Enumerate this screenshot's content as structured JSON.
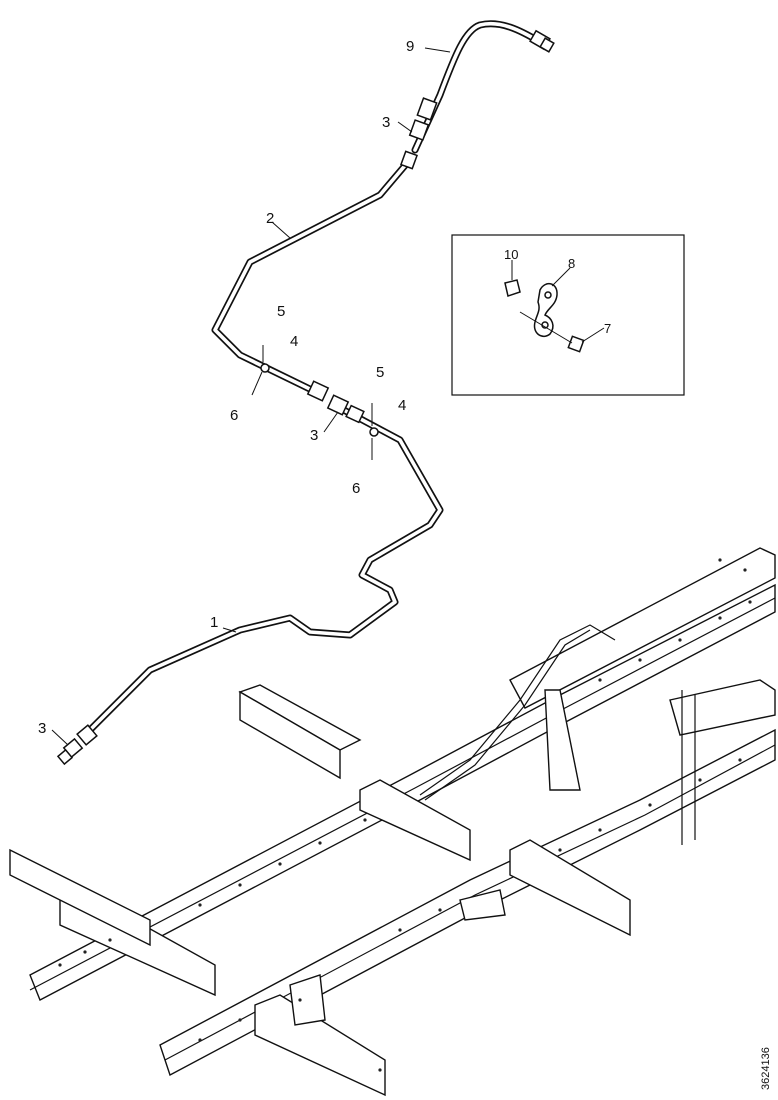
{
  "callouts": [
    {
      "id": "1",
      "text": "1"
    },
    {
      "id": "2",
      "text": "2"
    },
    {
      "id": "3a",
      "text": "3"
    },
    {
      "id": "3b",
      "text": "3"
    },
    {
      "id": "3c",
      "text": "3"
    },
    {
      "id": "4a",
      "text": "4"
    },
    {
      "id": "4b",
      "text": "4"
    },
    {
      "id": "5a",
      "text": "5"
    },
    {
      "id": "5b",
      "text": "5"
    },
    {
      "id": "6a",
      "text": "6"
    },
    {
      "id": "6b",
      "text": "6"
    },
    {
      "id": "7",
      "text": "7"
    },
    {
      "id": "8",
      "text": "8"
    },
    {
      "id": "9",
      "text": "9"
    },
    {
      "id": "10",
      "text": "10"
    }
  ],
  "figure_id": "3624136"
}
